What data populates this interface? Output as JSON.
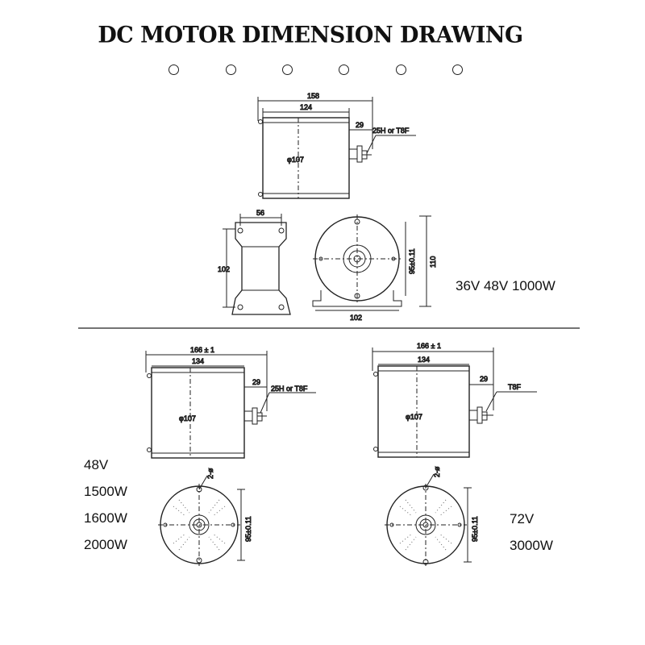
{
  "title": "DC MOTOR DIMENSION DRAWING",
  "decor": {
    "dot_count": 6
  },
  "top_drawing": {
    "dims": {
      "overall": "158",
      "body": "124",
      "shaft": "29",
      "diameter": "φ107",
      "foot_width": "56",
      "height": "102",
      "base": "102",
      "mount": "95±0.11",
      "center": "110"
    },
    "sprocket": "25H or T8F",
    "spec": "36V 48V 1000W"
  },
  "bottom_left_drawing": {
    "dims": {
      "overall": "166 ± 1",
      "body": "134",
      "shaft": "29",
      "diameter": "φ107",
      "mount": "95±0.11",
      "hole": "2-ø"
    },
    "sprocket": "25H or T8F",
    "specs": [
      "48V",
      "1500W",
      "1600W",
      "2000W"
    ]
  },
  "bottom_right_drawing": {
    "dims": {
      "overall": "166 ± 1",
      "body": "134",
      "shaft": "29",
      "diameter": "φ107",
      "mount": "95±0.11",
      "hole": "2-ø"
    },
    "sprocket": "T8F",
    "specs": [
      "72V",
      "3000W"
    ]
  }
}
